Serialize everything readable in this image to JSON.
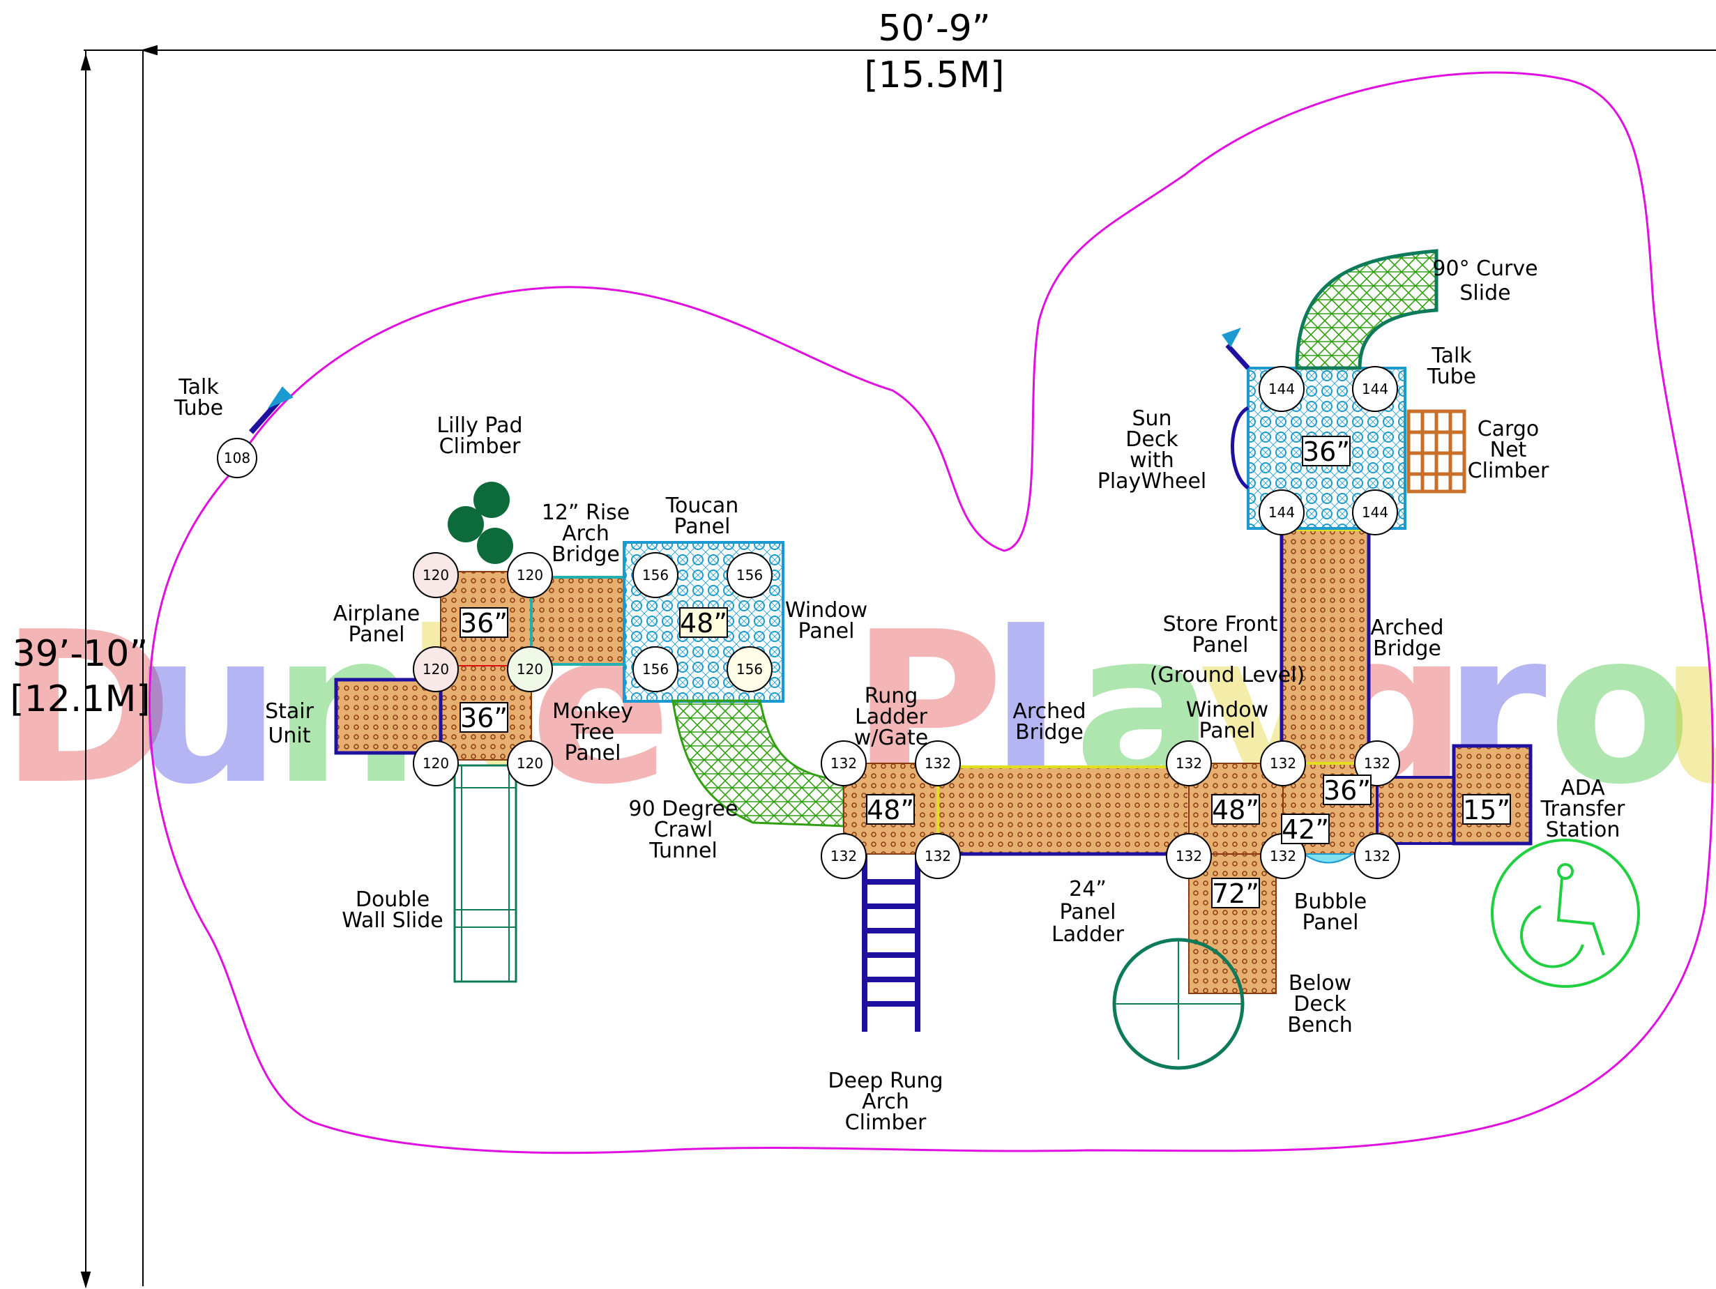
{
  "dimensions": {
    "width_ft": "50’-9”",
    "width_m": "[15.5M]",
    "height_ft": "39’-10”",
    "height_m": "[12.1M]"
  },
  "watermark": [
    "D",
    "u",
    "n",
    "k",
    "e",
    "P",
    "l",
    "a",
    "y",
    "g",
    "r",
    "o",
    "u"
  ],
  "labels": {
    "talk_tube_left": [
      "Talk",
      "Tube"
    ],
    "lilly_pad": [
      "Lilly Pad",
      "Climber"
    ],
    "rise_arch": [
      "12” Rise",
      "Arch",
      "Bridge"
    ],
    "toucan": [
      "Toucan",
      "Panel"
    ],
    "window_panel_top": [
      "Window",
      "Panel"
    ],
    "airplane": [
      "Airplane",
      "Panel"
    ],
    "stair": [
      "Stair",
      "Unit"
    ],
    "monkey_tree": [
      "Monkey",
      "Tree",
      "Panel"
    ],
    "crawl_tunnel": [
      "90 Degree",
      "Crawl",
      "Tunnel"
    ],
    "double_wall": [
      "Double",
      "Wall Slide"
    ],
    "rung_ladder": [
      "Rung",
      "Ladder",
      "w/Gate"
    ],
    "arched_bridge_mid": [
      "Arched",
      "Bridge"
    ],
    "store_front": [
      "Store Front",
      "Panel",
      "(Ground Level)"
    ],
    "window_panel_mid": [
      "Window",
      "Panel"
    ],
    "arched_bridge_right": [
      "Arched",
      "Bridge"
    ],
    "curve_slide": [
      "90° Curve",
      "Slide"
    ],
    "talk_tube_right": [
      "Talk",
      "Tube"
    ],
    "sun_deck": [
      "Sun",
      "Deck",
      "with",
      "PlayWheel"
    ],
    "cargo_net": [
      "Cargo",
      "Net",
      "Climber"
    ],
    "ada": [
      "ADA",
      "Transfer",
      "Station"
    ],
    "panel_ladder": [
      "24”",
      "Panel",
      "Ladder"
    ],
    "bubble": [
      "Bubble",
      "Panel"
    ],
    "below_deck": [
      "Below",
      "Deck",
      "Bench"
    ],
    "deep_rung": [
      "Deep Rung",
      "Arch",
      "Climber"
    ]
  },
  "deck_heights": {
    "left_top": "36”",
    "left_bottom": "36”",
    "toucan": "48”",
    "mid_left": "48”",
    "mid_right": "48”",
    "right_36": "36”",
    "right_42": "42”",
    "top_36": "36”",
    "ada": "15”",
    "bottom_72": "72”"
  },
  "posts": {
    "p108": "108",
    "p120": "120",
    "p156": "156",
    "p132": "132",
    "p144": "144"
  },
  "colors": {
    "boundary": "#e010e0",
    "deck": "#c8702a",
    "steel": "#2010a0",
    "slide": "#0d7a5a",
    "net": "#1a9ad0",
    "tunnel": "#30a010",
    "ada": "#20d040"
  }
}
